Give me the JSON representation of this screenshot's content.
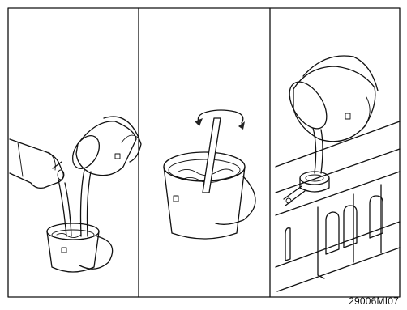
{
  "figure": {
    "code": "29006MI07",
    "panels": [
      {
        "name": "pour-liquids-into-bucket"
      },
      {
        "name": "stir-mixture"
      },
      {
        "name": "pour-into-filler-neck"
      }
    ]
  }
}
